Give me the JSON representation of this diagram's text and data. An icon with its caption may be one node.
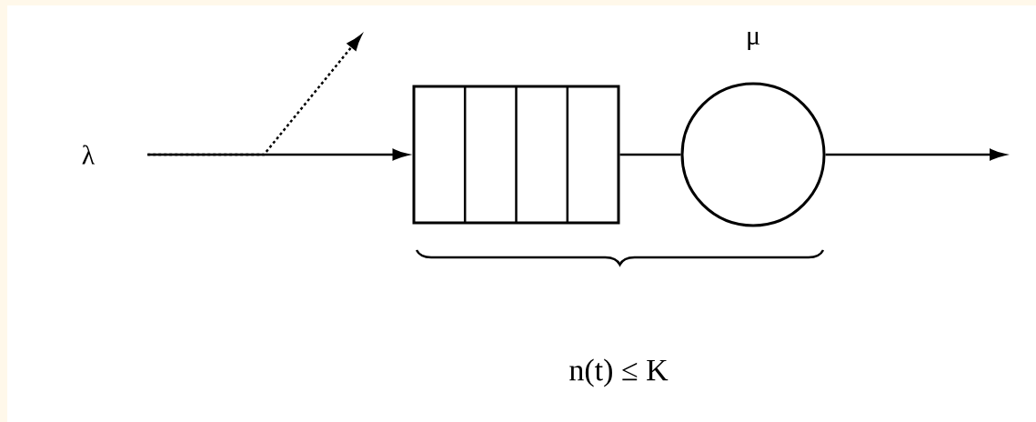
{
  "diagram": {
    "nodes": [
      {
        "text": [
          "λ"
        ]
      },
      {
        "text": [],
        "shape": "box"
      },
      {
        "text": [],
        "shape": "circle",
        "beside": [
          "μ"
        ]
      }
    ],
    "edges": [
      {
        "from": 0,
        "to": 1,
        "arrow": "to"
      },
      {
        "from": 1,
        "to": 2,
        "arrow": "none"
      },
      {
        "from": 2,
        "to": null,
        "arrow": "to"
      },
      {
        "from": 0,
        "to": null,
        "arrow": "to",
        "style": "dashed"
      }
    ],
    "labels": [
      "n(t) ≤ K"
    ]
  }
}
